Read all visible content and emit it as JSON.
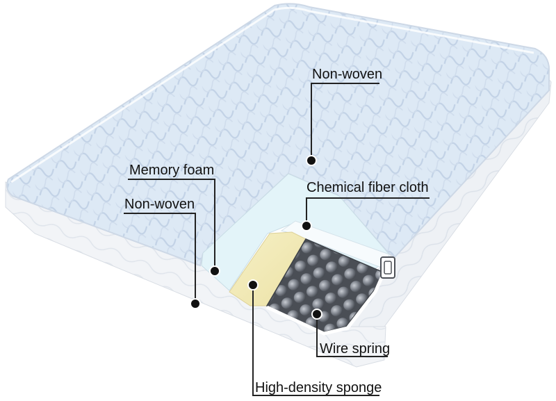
{
  "colors": {
    "quilt_top": "#dde9f5",
    "quilt_stitch": "#c7d6e8",
    "side_panel": "#f1f3f6",
    "side_stitch": "#dde3ea",
    "memory_foam": "#f2ebbd",
    "cloth_layer": "#e6f7fa",
    "spring_dark": "#55595f",
    "spring_light": "#b9bec6",
    "marker": "#111111",
    "leader_line": "#222222"
  },
  "labels": {
    "top_non_woven": "Non-woven",
    "memory_foam": "Memory foam",
    "side_non_woven": "Non-woven",
    "chemical_fiber_cloth": "Chemical fiber cloth",
    "wire_spring": "Wire spring",
    "high_density_sponge": "High-density sponge"
  },
  "icons": {
    "marker": "dot-marker-icon",
    "handle": "handle-icon"
  }
}
